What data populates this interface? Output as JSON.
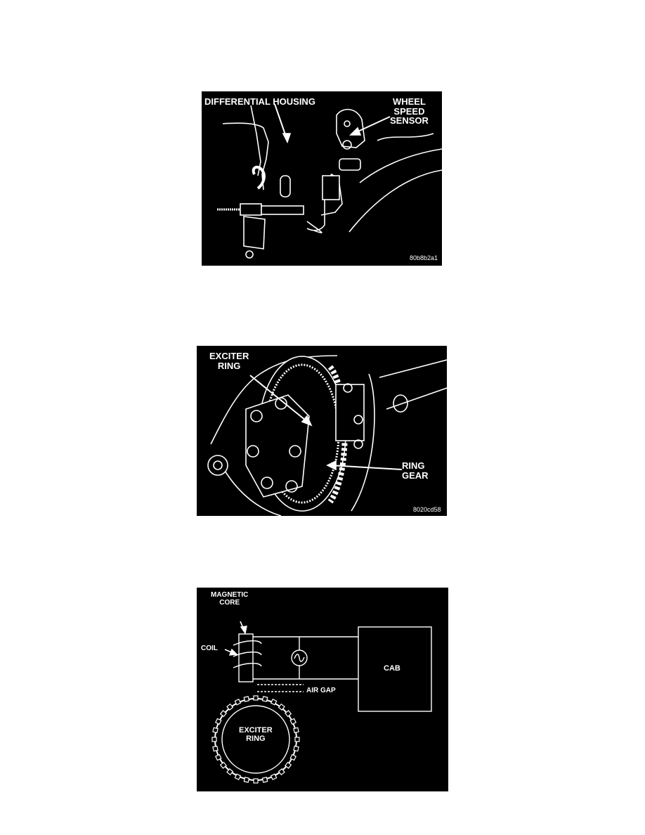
{
  "figures": {
    "wheel_speed_sensor": {
      "label_housing": "DIFFERENTIAL HOUSING",
      "label_sensor": "WHEEL\nSPEED\nSENSOR",
      "code": "80b8b2a1"
    },
    "exciter_ring": {
      "label_exciter": "EXCITER\nRING",
      "label_ring_gear": "RING\nGEAR",
      "code": "8020cd58"
    },
    "schematic": {
      "label_core": "MAGNETIC\nCORE",
      "label_coil": "COIL",
      "label_air_gap": "AIR GAP",
      "label_cab": "CAB",
      "label_exciter": "EXCITER\nRING"
    }
  },
  "colors": {
    "background": "#ffffff",
    "figure_bg": "#000000",
    "ink": "#ffffff"
  }
}
